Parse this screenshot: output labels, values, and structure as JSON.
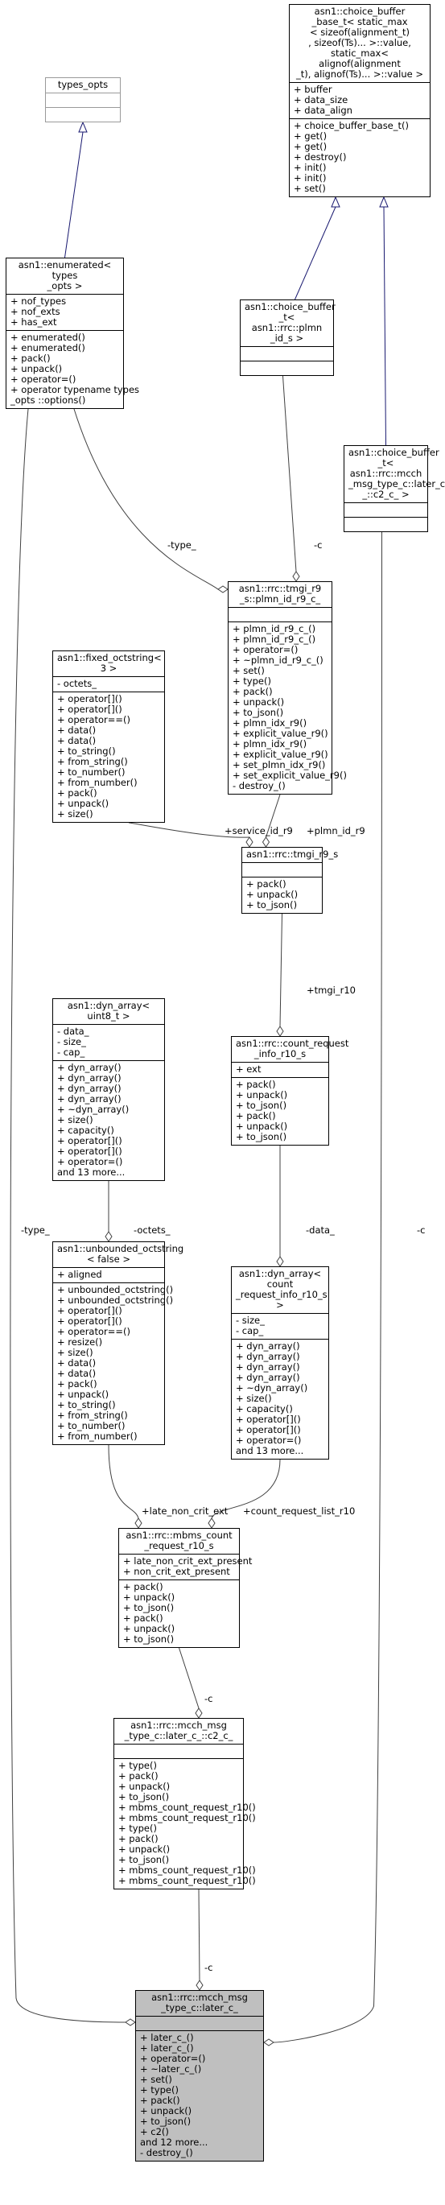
{
  "classes": {
    "types_opts": {
      "title": "types_opts",
      "attrs": [],
      "methods": []
    },
    "choice_buffer_base": {
      "title": "asn1::choice_buffer\n_base_t< static_max\n< sizeof(alignment_t)\n, sizeof(Ts)... >::value,\n static_max< alignof(alignment\n_t), alignof(Ts)... >::value >",
      "attrs": [
        "+ buffer",
        "+ data_size",
        "+ data_align"
      ],
      "methods": [
        "+ choice_buffer_base_t()",
        "+ get()",
        "+ get()",
        "+ destroy()",
        "+ init()",
        "+ init()",
        "+ set()"
      ]
    },
    "enumerated": {
      "title": "asn1::enumerated< types\n_opts >",
      "attrs": [
        "+ nof_types",
        "+ nof_exts",
        "+ has_ext"
      ],
      "methods": [
        "+ enumerated()",
        "+ enumerated()",
        "+ pack()",
        "+ unpack()",
        "+ operator=()",
        "+ operator typename types\n_opts ::options()"
      ]
    },
    "choice_buffer_plmn": {
      "title": "asn1::choice_buffer\n_t< asn1::rrc::plmn\n_id_s >",
      "attrs": [],
      "methods": []
    },
    "choice_buffer_c2": {
      "title": "asn1::choice_buffer\n_t< asn1::rrc::mcch\n_msg_type_c::later_c\n_::c2_c_ >",
      "attrs": [],
      "methods": []
    },
    "fixed_octstring": {
      "title": "asn1::fixed_octstring< 3 >",
      "attrs": [
        "- octets_"
      ],
      "methods": [
        "+ operator[]()",
        "+ operator[]()",
        "+ operator==()",
        "+ data()",
        "+ data()",
        "+ to_string()",
        "+ from_string()",
        "+ to_number()",
        "+ from_number()",
        "+ pack()",
        "+ unpack()",
        "+ size()"
      ]
    },
    "plmn_id": {
      "title": "asn1::rrc::tmgi_r9\n_s::plmn_id_r9_c_",
      "attrs": [],
      "methods": [
        "+ plmn_id_r9_c_()",
        "+ plmn_id_r9_c_()",
        "+ operator=()",
        "+ ~plmn_id_r9_c_()",
        "+ set()",
        "+ type()",
        "+ pack()",
        "+ unpack()",
        "+ to_json()",
        "+ plmn_idx_r9()",
        "+ explicit_value_r9()",
        "+ plmn_idx_r9()",
        "+ explicit_value_r9()",
        "+ set_plmn_idx_r9()",
        "+ set_explicit_value_r9()",
        "- destroy_()"
      ]
    },
    "tmgi": {
      "title": "asn1::rrc::tmgi_r9_s",
      "attrs": [],
      "methods": [
        "+ pack()",
        "+ unpack()",
        "+ to_json()"
      ]
    },
    "dyn_array_u8": {
      "title": "asn1::dyn_array< uint8_t >",
      "attrs": [
        "- data_",
        "- size_",
        "- cap_"
      ],
      "methods": [
        "+ dyn_array()",
        "+ dyn_array()",
        "+ dyn_array()",
        "+ dyn_array()",
        "+ ~dyn_array()",
        "+ size()",
        "+ capacity()",
        "+ operator[]()",
        "+ operator[]()",
        "+ operator=()",
        "and 13 more..."
      ]
    },
    "count_request_info": {
      "title": "asn1::rrc::count_request\n_info_r10_s",
      "attrs": [
        "+ ext"
      ],
      "methods": [
        "+ pack()",
        "+ unpack()",
        "+ to_json()",
        "+ pack()",
        "+ unpack()",
        "+ to_json()"
      ]
    },
    "unbounded_octstring": {
      "title": "asn1::unbounded_octstring\n< false >",
      "attrs": [
        "+ aligned"
      ],
      "methods": [
        "+ unbounded_octstring()",
        "+ unbounded_octstring()",
        "+ operator[]()",
        "+ operator[]()",
        "+ operator==()",
        "+ resize()",
        "+ size()",
        "+ data()",
        "+ data()",
        "+ pack()",
        "+ unpack()",
        "+ to_string()",
        "+ from_string()",
        "+ to_number()",
        "+ from_number()"
      ]
    },
    "dyn_array_count": {
      "title": "asn1::dyn_array< count\n_request_info_r10_s >",
      "attrs": [
        "- size_",
        "- cap_"
      ],
      "methods": [
        "+ dyn_array()",
        "+ dyn_array()",
        "+ dyn_array()",
        "+ dyn_array()",
        "+ ~dyn_array()",
        "+ size()",
        "+ capacity()",
        "+ operator[]()",
        "+ operator[]()",
        "+ operator=()",
        "and 13 more..."
      ]
    },
    "mbms": {
      "title": "asn1::rrc::mbms_count\n_request_r10_s",
      "attrs": [
        "+ late_non_crit_ext_present",
        "+ non_crit_ext_present"
      ],
      "methods": [
        "+ pack()",
        "+ unpack()",
        "+ to_json()",
        "+ pack()",
        "+ unpack()",
        "+ to_json()"
      ]
    },
    "c2": {
      "title": "asn1::rrc::mcch_msg\n_type_c::later_c_::c2_c_",
      "attrs": [],
      "methods": [
        "+ type()",
        "+ pack()",
        "+ unpack()",
        "+ to_json()",
        "+ mbms_count_request_r10()",
        "+ mbms_count_request_r10()",
        "+ type()",
        "+ pack()",
        "+ unpack()",
        "+ to_json()",
        "+ mbms_count_request_r10()",
        "+ mbms_count_request_r10()"
      ]
    },
    "later": {
      "title": "asn1::rrc::mcch_msg\n_type_c::later_c_",
      "attrs": [],
      "methods": [
        "+ later_c_()",
        "+ later_c_()",
        "+ operator=()",
        "+ ~later_c_()",
        "+ set()",
        "+ type()",
        "+ pack()",
        "+ unpack()",
        "+ to_json()",
        "+ c2()",
        "and 12 more...",
        "- destroy_()"
      ]
    }
  },
  "edge_labels": {
    "type_enum_plmn": "-type_",
    "c_plmn": "-c",
    "type_left": "-type_",
    "c_right": "-c",
    "service_id": "+service_id_r9",
    "plmn_id": "+plmn_id_r9",
    "tmgi_r10": "+tmgi_r10",
    "octets": "-octets_",
    "data": "-data_",
    "late_non_crit_ext": "+late_non_crit_ext",
    "count_request_list": "+count_request_list_r10",
    "c_mbms": "-c",
    "c_c2": "-c"
  },
  "colors": {
    "inherit_arrow": "#191970",
    "edge": "#404040",
    "highlight_fill": "#bfbfbf"
  }
}
